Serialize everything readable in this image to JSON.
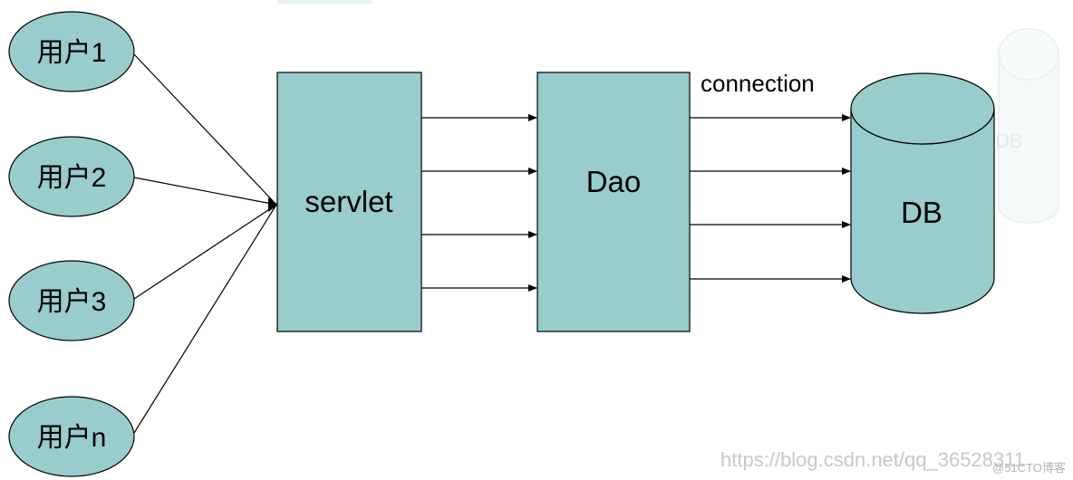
{
  "colors": {
    "node_fill": "#99cccc",
    "stroke": "#000000",
    "ghost": "#d9e8ec",
    "ghost_text": "#cfd8dc",
    "watermark": "#c8c8c8"
  },
  "users": [
    {
      "id": "user-1",
      "label": "用户1"
    },
    {
      "id": "user-2",
      "label": "用户2"
    },
    {
      "id": "user-3",
      "label": "用户3"
    },
    {
      "id": "user-n",
      "label": "用户n"
    }
  ],
  "servlet": {
    "label": "servlet"
  },
  "dao": {
    "label": "Dao"
  },
  "connection_label": "connection",
  "db": {
    "label": "DB"
  },
  "ghost_db": {
    "label": "DB"
  },
  "watermark": {
    "url": "https://blog.csdn.net/qq_36528311",
    "brand": "@51CTO博客"
  }
}
